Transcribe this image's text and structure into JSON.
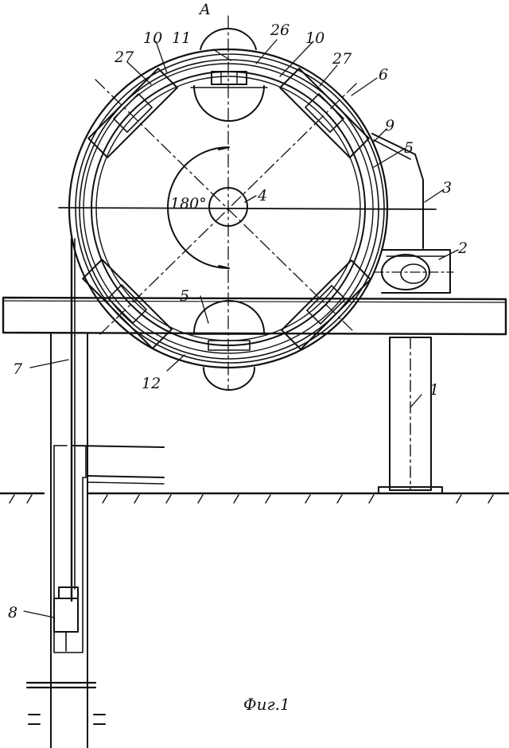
{
  "figure": {
    "caption": "Фиг.1",
    "angle_label": "180°",
    "labels": {
      "A": "A",
      "n1": "1",
      "n2": "2",
      "n3": "3",
      "n4": "4",
      "n5a": "5",
      "n5b": "5",
      "n6": "6",
      "n7": "7",
      "n8": "8",
      "n9": "9",
      "n10a": "10",
      "n10b": "10",
      "n11": "11",
      "n12": "12",
      "n26": "26",
      "n27a": "27",
      "n27b": "27"
    }
  },
  "colors": {
    "ink": "#111111",
    "paper": "#ffffff"
  }
}
